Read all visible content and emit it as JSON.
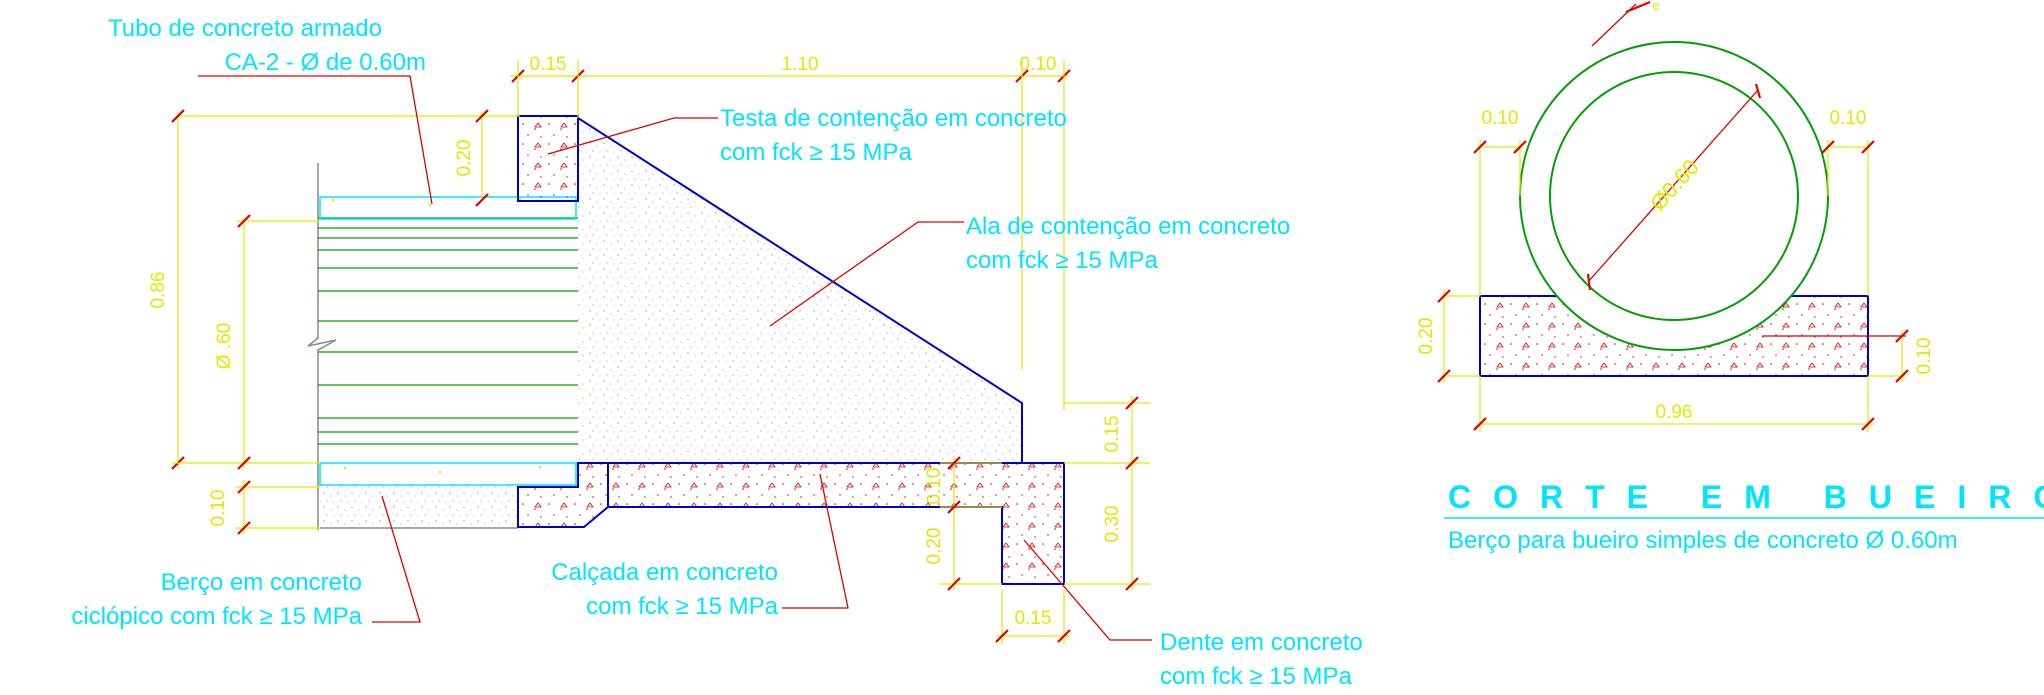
{
  "labels": {
    "tubo_l1": "Tubo de concreto armado",
    "tubo_l2": "CA-2 - Ø de 0.60m",
    "testa_l1": "Testa de contenção em concreto",
    "testa_l2": "com fck ≥ 15 MPa",
    "ala_l1": "Ala de contenção em concreto",
    "ala_l2": "com fck ≥ 15 MPa",
    "berco_l1": "Berço em concreto",
    "berco_l2": "ciclópico com fck ≥ 15 MPa",
    "calcada_l1": "Calçada em concreto",
    "calcada_l2": "com fck ≥ 15 MPa",
    "dente_l1": "Dente em concreto",
    "dente_l2": "com fck ≥ 15 MPa"
  },
  "dims": {
    "d015_top": "0.15",
    "d110": "1.10",
    "d010_top": "0.10",
    "d020_testa": "0.20",
    "d086": "0.86",
    "d060_pipe": "Ø .60",
    "d010_berco": "0.10",
    "d015_right": "0.15",
    "d030": "0.30",
    "d010_calc": "0.10",
    "d020_dente": "0.20",
    "d015_dente": "0.15",
    "c_d010_left": "0.10",
    "c_d010_right": "0.10",
    "c_d060": "Ø0.60",
    "c_d020": "0.20",
    "c_d010_base": "0.10",
    "c_d096": "0.96",
    "c_top": "e"
  },
  "section": {
    "title": "CORTE EM BUEIRO",
    "subtitle": "Berço para bueiro simples de concreto Ø 0.60m"
  },
  "colors": {
    "label": "#00e5ff",
    "dimension": "#e6e600",
    "tick": "#e00000",
    "outline": "#0000cc",
    "pipe": "#00a000"
  }
}
